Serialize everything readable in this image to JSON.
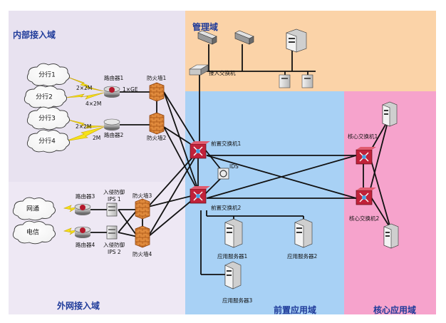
{
  "zones": {
    "internal_access": "内部接入域",
    "management": "管理域",
    "external_access": "外网接入域",
    "front_app": "前置应用域",
    "core_app": "核心应用域"
  },
  "branches": [
    "分行1",
    "分行2",
    "分行3",
    "分行4"
  ],
  "carriers": [
    "网通",
    "电信"
  ],
  "link_labels": {
    "l1": "2×2M",
    "l2": "4×2M",
    "l3": "2×2M",
    "l4": "2M",
    "l5": "1×GE"
  },
  "devices": {
    "router1": "路由器1",
    "router2": "路由器2",
    "router3": "路由器3",
    "router4": "路由器4",
    "firewall1": "防火墙1",
    "firewall2": "防火墙2",
    "firewall3": "防火墙3",
    "firewall4": "防火墙4",
    "ips1": "入侵防御",
    "ips1_id": "IPS 1",
    "ips2": "入侵防御",
    "ips2_id": "IPS 2",
    "access_switch": "接入交换机",
    "front_switch1": "前置交换机1",
    "front_switch2": "前置交换机2",
    "ids": "IDS",
    "core_switch1": "核心交换机1",
    "core_switch2": "核心交换机2",
    "app_server1": "应用服务器1",
    "app_server2": "应用服务器2",
    "app_server3": "应用服务器3"
  },
  "colors": {
    "internal_zone": "#e8e2f0",
    "external_zone": "#eee8f4",
    "management_zone": "#fbd3a8",
    "front_zone": "#a8d1f5",
    "core_zone": "#f6a3cc",
    "title": "#1f3b9a",
    "firewall": "#d9701f",
    "switch": "#c0223a"
  }
}
